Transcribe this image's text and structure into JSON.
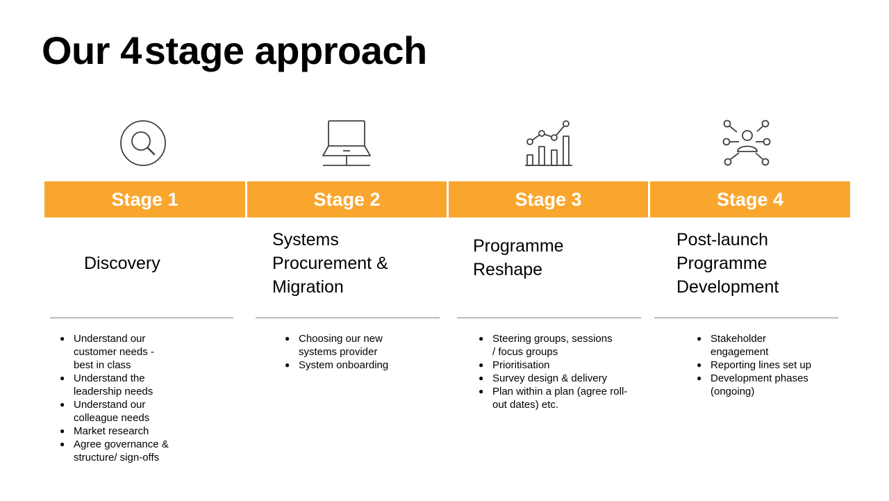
{
  "slide": {
    "title_prefix": "Our",
    "title_number": "4",
    "title_suffix": "stage approach"
  },
  "stages": [
    {
      "label": "Stage 1",
      "icon": "magnifier-icon",
      "phase_lines": [
        "Discovery"
      ],
      "bullets": [
        "Understand our customer needs - best in class",
        "Understand the leadership needs",
        "Understand our colleague needs",
        "Market research",
        "Agree governance & structure/ sign-offs"
      ]
    },
    {
      "label": "Stage 2",
      "icon": "laptop-icon",
      "phase_lines": [
        "Systems",
        "Procurement &",
        "Migration"
      ],
      "bullets": [
        "Choosing our new systems provider",
        "System onboarding"
      ]
    },
    {
      "label": "Stage 3",
      "icon": "growth-chart-icon",
      "phase_lines": [
        "Programme",
        "Reshape"
      ],
      "bullets": [
        "Steering groups, sessions / focus groups",
        "Prioritisation",
        "Survey design & delivery",
        "Plan within a plan (agree roll-out dates) etc."
      ]
    },
    {
      "label": "Stage 4",
      "icon": "network-people-icon",
      "phase_lines": [
        "Post-launch",
        "Programme",
        "Development"
      ],
      "bullets": [
        "Stakeholder engagement",
        "Reporting lines set up",
        "Development phases (ongoing)"
      ]
    }
  ],
  "colors": {
    "band": "#F9A62F",
    "band_text": "#FFFFFF",
    "rule": "#7F7F7F",
    "icon_stroke": "#404040"
  }
}
